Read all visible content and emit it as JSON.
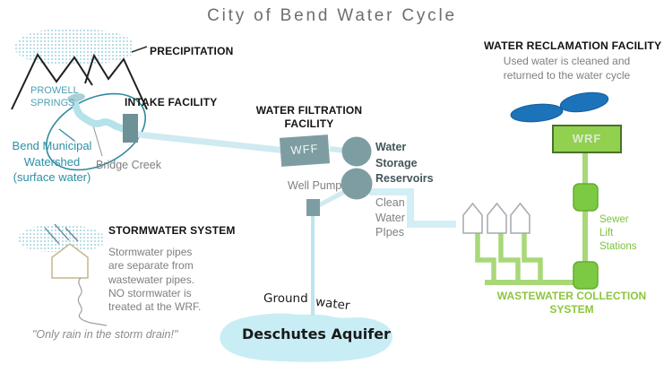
{
  "title": "City of Bend Water Cycle",
  "surface_water": {
    "precipitation_label": "PRECIPITATION",
    "spring_lines": [
      "PROWELL",
      "SPRINGS"
    ],
    "intake_label": "INTAKE FACILITY",
    "watershed_lines": [
      "Bend Municipal",
      "Watershed",
      "(surface water)"
    ],
    "creek_label": "Bridge Creek"
  },
  "filtration": {
    "heading_lines": [
      "WATER FILTRATION",
      "FACILITY"
    ],
    "wff_label": "WFF",
    "storage_lines": [
      "Water",
      "Storage",
      "Reservoirs"
    ],
    "well_pump_label": "Well Pump",
    "clean_pipe_lines": [
      "Clean",
      "Water",
      "PIpes"
    ]
  },
  "groundwater": {
    "label_words": [
      "Ground",
      "water"
    ],
    "aquifer_label": "Deschutes Aquifer"
  },
  "stormwater": {
    "heading": "STORMWATER SYSTEM",
    "body_lines": [
      "Stormwater pipes",
      "are separate from",
      "wastewater pipes.",
      "NO stormwater is",
      "treated at the WRF."
    ],
    "quote": "\"Only rain in the storm drain!\""
  },
  "reclamation": {
    "heading": "WATER RECLAMATION FACILITY",
    "subtext_lines": [
      "Used water is cleaned and",
      "returned to the water cycle"
    ],
    "wrf_label": "WRF",
    "sewer_lift_lines": [
      "Sewer",
      "Lift",
      "Stations"
    ],
    "collection_lines": [
      "WASTEWATER COLLECTION",
      "SYSTEM"
    ]
  },
  "icons": {
    "rain_cloud": "stipple-cloud",
    "mountains": "mountain-range",
    "house": "house-outline",
    "pond": "blue-oval-pond",
    "rain": "rain-streaks"
  },
  "colors": {
    "teal_text": "#2e8fa4",
    "facility_gray": "#7e9da3",
    "pipe_blue": "#cfeaf0",
    "creek_blue": "#b6e2ea",
    "aquifer_blue": "#c9edf5",
    "green_fill": "#92d050",
    "green_pipe": "#a8d878",
    "green_text": "#8cc63f",
    "pond_blue": "#1d73b9"
  }
}
